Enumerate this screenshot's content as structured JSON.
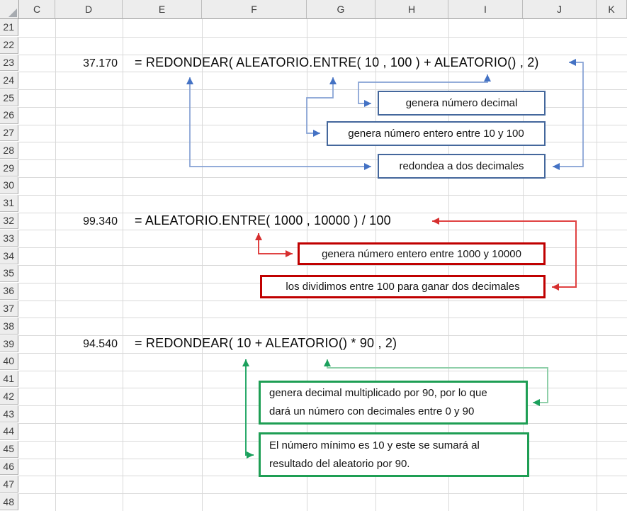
{
  "sheet": {
    "columns": [
      "C",
      "D",
      "E",
      "F",
      "G",
      "H",
      "I",
      "J",
      "K"
    ],
    "rows": [
      21,
      22,
      23,
      24,
      25,
      26,
      27,
      28,
      29,
      30,
      31,
      32,
      33,
      34,
      35,
      36,
      37,
      38,
      39,
      40,
      41,
      42,
      43,
      44,
      45,
      46,
      47,
      48
    ]
  },
  "examples": [
    {
      "result": "37.170",
      "formula": "= REDONDEAR( ALEATORIO.ENTRE( 10 , 100 ) + ALEATORIO() , 2)",
      "accent": "#44679C",
      "callouts": [
        "genera número decimal",
        "genera número entero entre 10 y 100",
        "redondea a dos decimales"
      ]
    },
    {
      "result": "99.340",
      "formula": "= ALEATORIO.ENTRE( 1000 , 10000 ) / 100",
      "accent": "#C00000",
      "callouts": [
        "genera número entero entre 1000 y 10000",
        "los dividimos entre 100 para ganar dos decimales"
      ]
    },
    {
      "result": "94.540",
      "formula": "= REDONDEAR( 10 + ALEATORIO() * 90 , 2)",
      "accent": "#1E9E54",
      "callouts": [
        "genera decimal multiplicado por 90, por lo que\ndará un número con decimales entre 0 y 90",
        "El número mínimo es 10 y este se sumará al\nresultado del aleatorio por 90."
      ]
    }
  ],
  "colors": {
    "blue_line": "#84A0D4",
    "blue_head": "#4472C4",
    "blue_border": "#44679C",
    "red_line": "#E04343",
    "red_head": "#D62F2F",
    "red_border": "#C00000",
    "green_dark_line": "#2BAA6B",
    "green_light_line": "#8FCFA9",
    "green_head": "#1BA05C",
    "green_border": "#1E9E54",
    "gridline": "#D9D9D9",
    "header_bg": "#EDEDED"
  }
}
